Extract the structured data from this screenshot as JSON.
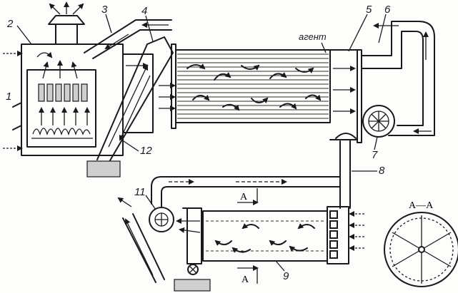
{
  "callouts": {
    "n1": "1",
    "n2": "2",
    "n3": "3",
    "n4": "4",
    "n5": "5",
    "n6": "6",
    "n7": "7",
    "n8": "8",
    "n9": "9",
    "n11": "11",
    "n12": "12"
  },
  "agent_label": "агент",
  "section": {
    "top_marker": "A",
    "bottom_marker": "A",
    "view_title": "A—A"
  },
  "colors": {
    "ink": "#1a1a1a",
    "paper": "#fdfdfb",
    "hatch": "#cfcfcf"
  }
}
